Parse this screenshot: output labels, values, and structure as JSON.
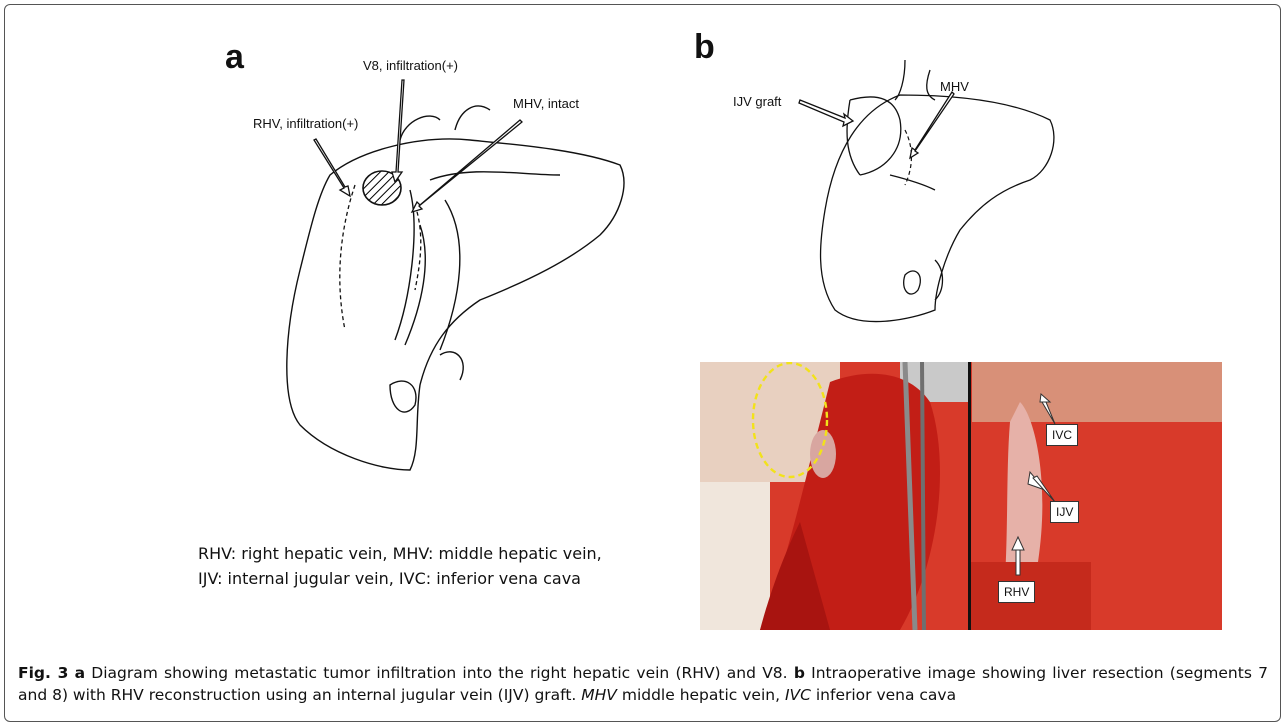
{
  "panel_a": {
    "letter": "a",
    "label_v8": "V8, infiltration(+)",
    "label_rhv": "RHV, infiltration(+)",
    "label_mhv": "MHV, intact"
  },
  "panel_b": {
    "letter": "b",
    "label_mhv": "MHV",
    "label_ijv_graft": "IJV graft"
  },
  "photo": {
    "label_ivc": "IVC",
    "label_ijv": "IJV",
    "label_rhv": "RHV"
  },
  "legend": {
    "line1": "RHV: right hepatic vein, MHV: middle hepatic vein,",
    "line2": "IJV: internal jugular vein, IVC: inferior vena cava"
  },
  "caption": {
    "fig_label": "Fig. 3",
    "a": "a",
    "text_a": " Diagram showing metastatic tumor infiltration into the right hepatic vein (RHV) and V8. ",
    "b": "b",
    "text_b": " Intraoperative image showing liver resection (segments 7 and 8) with RHV reconstruction using an internal jugular vein (IJV) graft. ",
    "mhv_abbr": "MHV",
    "mhv_text": " middle hepatic vein, ",
    "ivc_abbr": "IVC",
    "ivc_text": " inferior vena cava"
  },
  "colors": {
    "tissue_red": "#c8281e",
    "dashed_ellipse": "#f2e21a"
  }
}
